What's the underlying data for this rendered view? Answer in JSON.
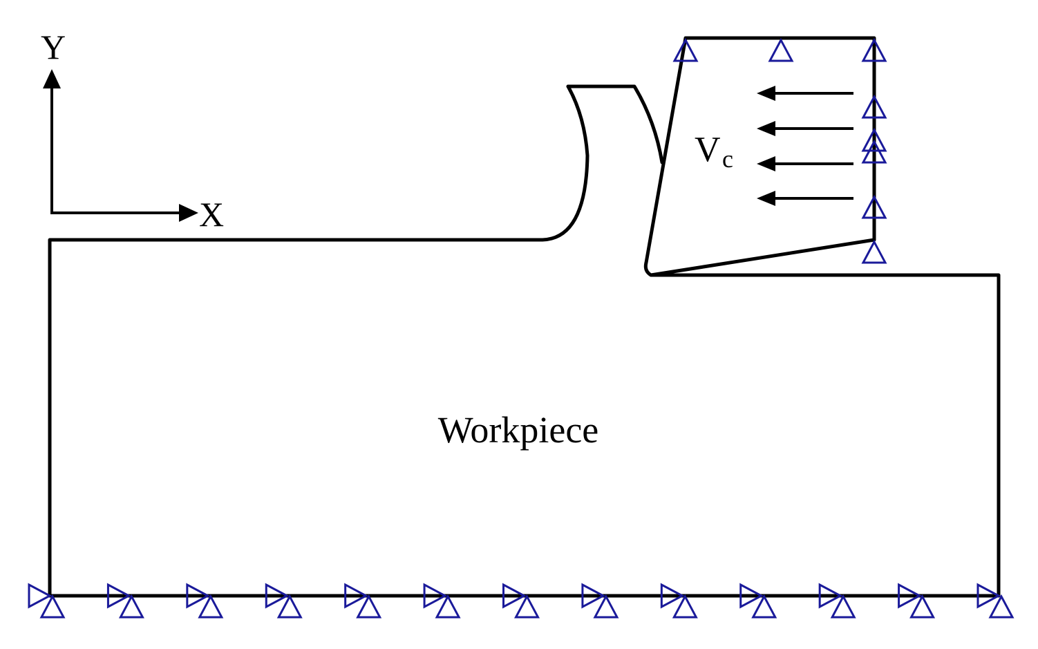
{
  "axes": {
    "x_label": "X",
    "y_label": "Y"
  },
  "tool": {
    "velocity_label_main": "V",
    "velocity_label_sub": "c"
  },
  "workpiece": {
    "label": "Workpiece"
  },
  "colors": {
    "outline": "#000000",
    "support": "#1a1a9a",
    "background": "#ffffff"
  },
  "icons": {
    "support": "triangle-support-icon",
    "velocity_arrow": "arrow-left-icon"
  },
  "counts": {
    "bottom_fixed_supports": 13,
    "tool_top_supports": 3,
    "tool_side_supports": 5,
    "velocity_arrows": 4
  }
}
